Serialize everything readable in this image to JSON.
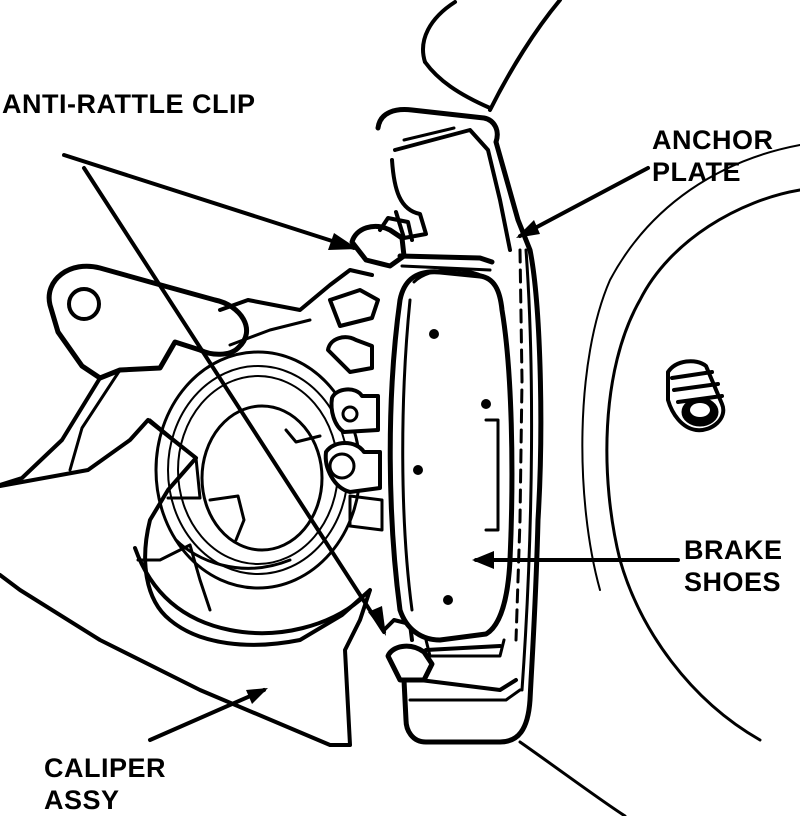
{
  "labels": {
    "anti_rattle_clip": "ANTI-RATTLE CLIP",
    "anchor_plate": [
      "ANCHOR",
      "PLATE"
    ],
    "brake_shoes": [
      "BRAKE",
      "SHOES"
    ],
    "caliper_assy": [
      "CALIPER",
      "ASSY"
    ]
  },
  "colors": {
    "ink": "#000000",
    "paper": "#ffffff"
  }
}
